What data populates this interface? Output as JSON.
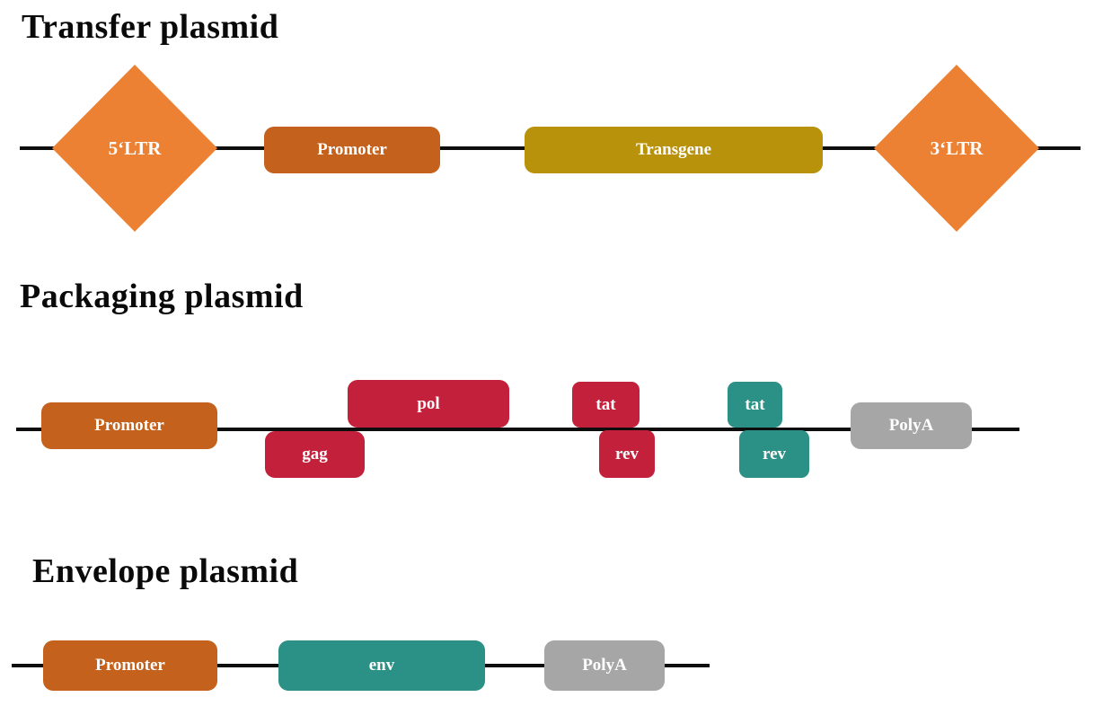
{
  "colors": {
    "orange": "#EC8033",
    "dark_orange": "#C4611C",
    "gold": "#B8920B",
    "crimson": "#C3203C",
    "teal": "#2B9186",
    "gray": "#A6A6A6",
    "line": "#0d0d0d"
  },
  "transfer": {
    "title": "Transfer plasmid",
    "ltr5": "5‘LTR",
    "promoter": "Promoter",
    "transgene": "Transgene",
    "ltr3": "3‘LTR"
  },
  "packaging": {
    "title": "Packaging plasmid",
    "promoter": "Promoter",
    "gag": "gag",
    "pol": "pol",
    "tat_red": "tat",
    "rev_red": "rev",
    "tat_teal": "tat",
    "rev_teal": "rev",
    "polya": "PolyA"
  },
  "envelope": {
    "title": "Envelope plasmid",
    "promoter": "Promoter",
    "env": "env",
    "polya": "PolyA"
  }
}
